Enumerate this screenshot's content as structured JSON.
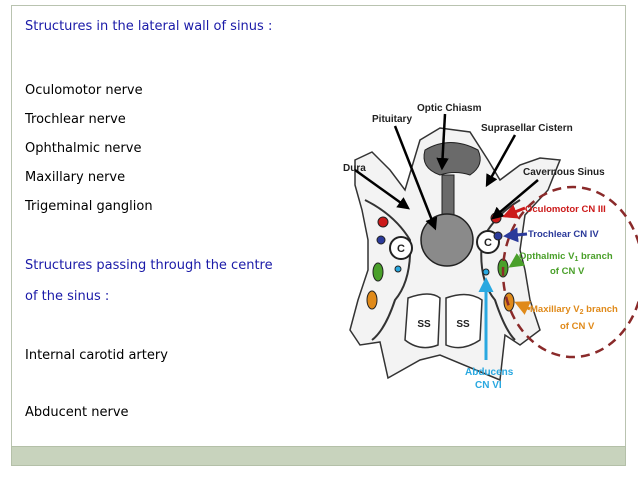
{
  "heading_lateral": "Structures in the lateral wall of sinus :",
  "lateral_items": [
    "Oculomotor nerve",
    "Trochlear nerve",
    "Ophthalmic nerve",
    "Maxillary nerve",
    "Trigeminal ganglion"
  ],
  "heading_centre_line1": "Structures passing through the centre",
  "heading_centre_line2": "of the sinus :",
  "centre_items": [
    "Internal carotid artery",
    "Abducent nerve"
  ],
  "diagram": {
    "optic_chiasm": "Optic Chiasm",
    "pituitary": "Pituitary",
    "suprasellar_cistern": "Suprasellar Cistern",
    "dura": "Dura",
    "cavernous_sinus": "Cavernous Sinus",
    "oculomotor": "Oculomotor CN III",
    "trochlear": "Trochlear CN IV",
    "opthalmic_line1": "Opthalmic V",
    "opthalmic_sub": "1",
    "opthalmic_line1_end": " branch",
    "opthalmic_line2": "of CN V",
    "maxillary_line1": "Maxillary V",
    "maxillary_sub": "2",
    "maxillary_line1_end": " branch",
    "maxillary_line2": "of CN V",
    "abducens_line1": "Abducens",
    "abducens_line2": "CN VI",
    "carotid_left": "C",
    "carotid_right": "C",
    "sphenoid_left": "SS",
    "sphenoid_right": "SS"
  },
  "colors": {
    "heading": "#1a1aa8",
    "body_text": "#000000",
    "bar": "#c8d3bd",
    "oculomotor_red": "#cc1a1a",
    "trochlear_blue": "#2b3a9a",
    "ophthalmic_green": "#4aa02a",
    "maxillary_orange": "#e08a1a",
    "abducens_cyan": "#29a8e0",
    "dashed_circle": "#8a2a2a"
  }
}
